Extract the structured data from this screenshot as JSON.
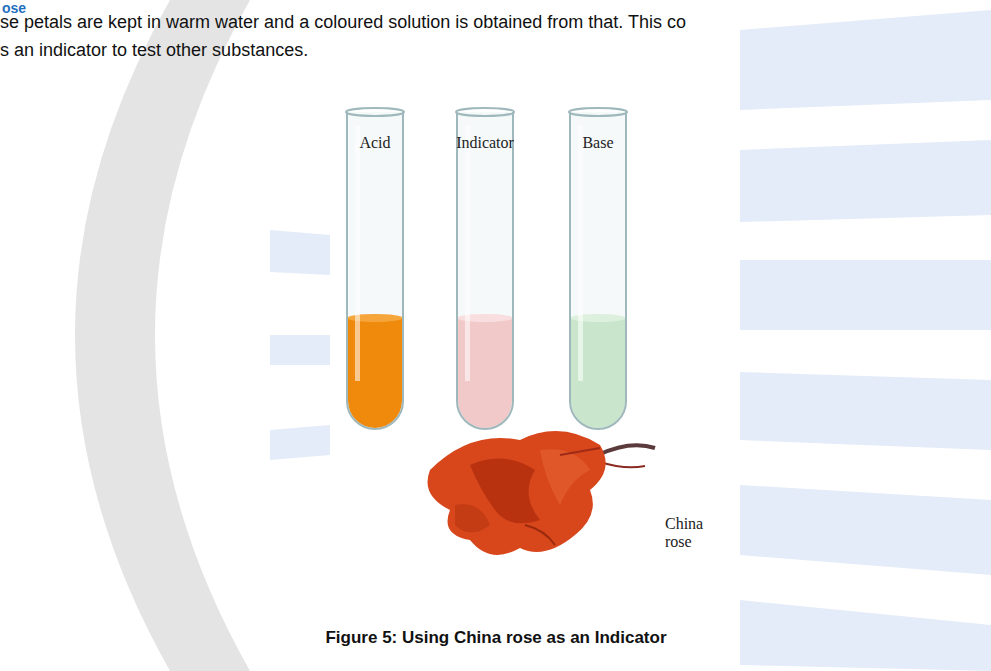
{
  "diagram": {
    "caption": "Figure 5: Using China rose as an Indicator",
    "nodes": [
      {
        "text": [
          "Acid"
        ]
      },
      {
        "text": [
          "Indicator"
        ]
      },
      {
        "text": [
          "Base"
        ]
      }
    ],
    "labels": [
      "ose",
      "se petals are kept in warm water and a coloured solution is obtained from that. This co",
      "s an indicator to test other substances.",
      "China rose"
    ]
  }
}
